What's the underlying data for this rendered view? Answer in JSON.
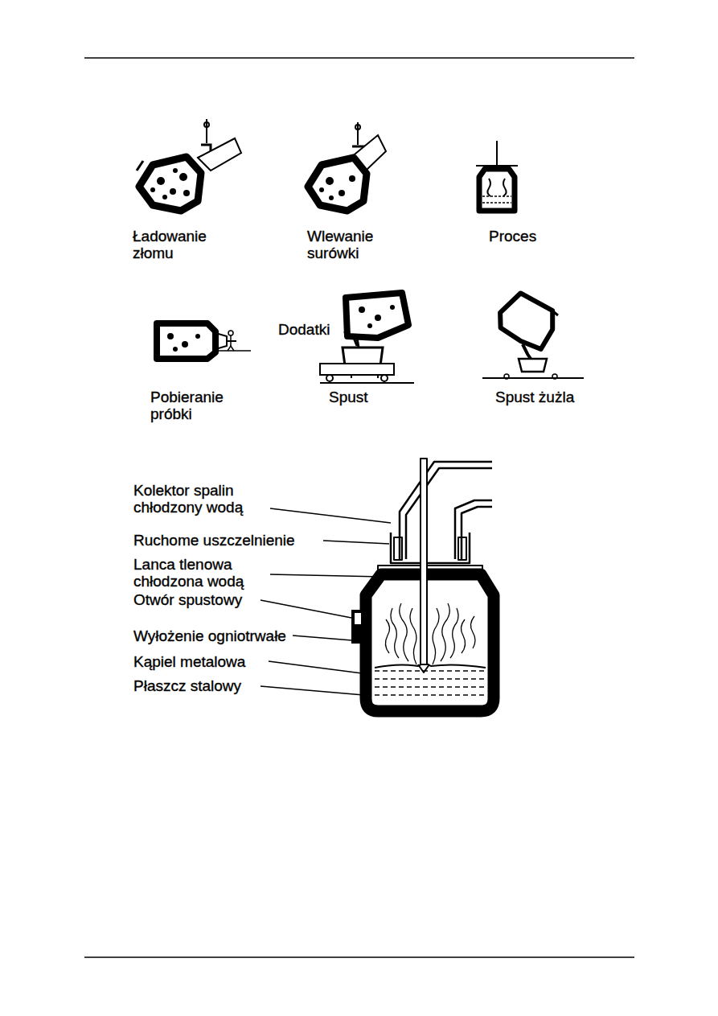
{
  "diagram": {
    "labels": [
      "Ładowanie złomu",
      "Wlewanie surówki",
      "Proces",
      "Pobieranie próbki",
      "Dodatki",
      "Spust",
      "Spust żużla",
      "Kolektor spalin chłodzony wodą",
      "Ruchome uszczelnienie",
      "Lanca tlenowa chłodzona wodą",
      "Otwór spustowy",
      "Wyłożenie ogniotrwałe",
      "Kąpiel metalowa",
      "Płaszcz stalowy"
    ]
  }
}
